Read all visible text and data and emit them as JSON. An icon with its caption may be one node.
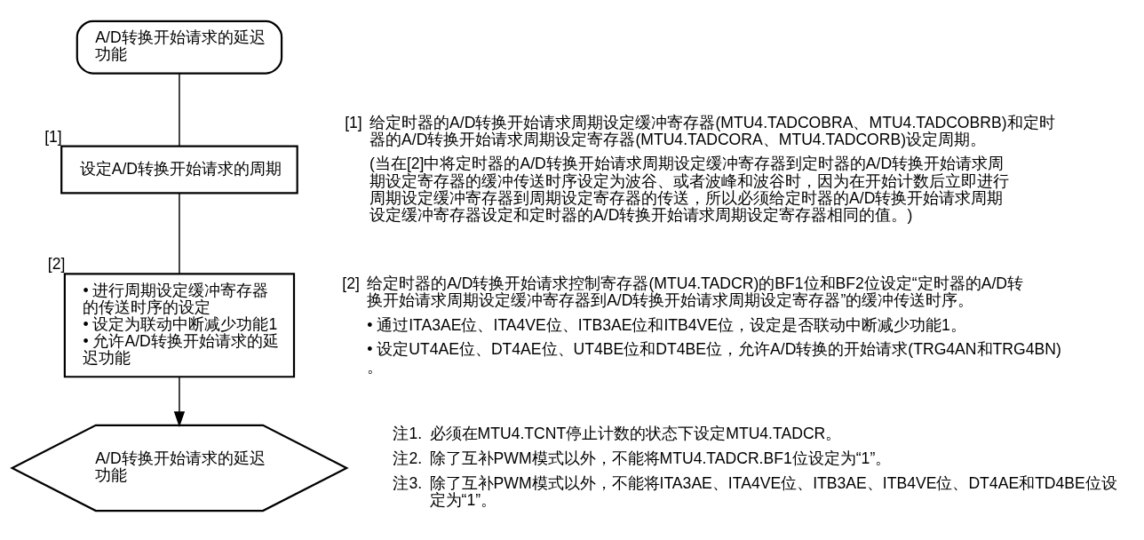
{
  "diagram": {
    "nodes": [
      {
        "text": [
          "A/D转换开始请求的延迟功能"
        ]
      },
      {
        "text": [
          "设定A/D转换开始请求的周期"
        ],
        "beside": [
          "[1]"
        ]
      },
      {
        "text": [
          "• 进行周期设定缓冲寄存器的传送时序的设定",
          "• 设定为联动中断减少功能1",
          "• 允许A/D转换开始请求的延迟功能"
        ],
        "beside": [
          "[2]"
        ]
      },
      {
        "text": [
          "A/D转换开始请求的延迟功能"
        ]
      }
    ],
    "edges": [
      {
        "from": 0,
        "to": 1,
        "arrow": "none"
      },
      {
        "from": 1,
        "to": 2,
        "arrow": "none"
      },
      {
        "from": 2,
        "to": 3,
        "arrow": "to"
      }
    ],
    "labels": [
      "[1]",
      "给定时器的A/D转换开始请求周期设定缓冲寄存器(MTU4.TADCOBRA、MTU4.TADCOBRB)和定时器的A/D转换开始请求周期设定寄存器(MTU4.TADCORA、MTU4.TADCORB)设定周期。",
      "(当在[2]中将定时器的A/D转换开始请求周期设定缓冲寄存器到定时器的A/D转换开始请求周期设定寄存器的缓冲传送时序设定为波谷、或者波峰和波谷时，因为在开始计数后立即进行周期设定缓冲寄存器到周期设定寄存器的传送，所以必须给定时器的A/D转换开始请求周期设定缓冲寄存器设定和定时器的A/D转换开始请求周期设定寄存器相同的值。)",
      "[2]",
      "给定时器的A/D转换开始请求控制寄存器(MTU4.TADCR)的BF1位和BF2位设定“定时器的A/D转换开始请求周期设定缓冲寄存器到A/D转换开始请求周期设定寄存器”的缓冲传送时序。",
      "• 通过ITA3AE位、ITA4VE位、ITB3AE位和ITB4VE位，设定是否联动中断减少功能1。",
      "• 设定UT4AE位、DT4AE位、UT4BE位和DT4BE位，允许A/D转换的开始请求(TRG4AN和TRG4BN)。",
      "注1.",
      "必须在MTU4.TCNT停止计数的状态下设定MTU4.TADCR。",
      "注2.",
      "除了互补PWM模式以外，不能将MTU4.TADCR.BF1位设定为“1”。",
      "注3.",
      "除了互补PWM模式以外，不能将ITA3AE、ITA4VE位、ITB3AE、ITB4VE位、DT4AE和TD4BE位设定为“1”。"
    ]
  }
}
